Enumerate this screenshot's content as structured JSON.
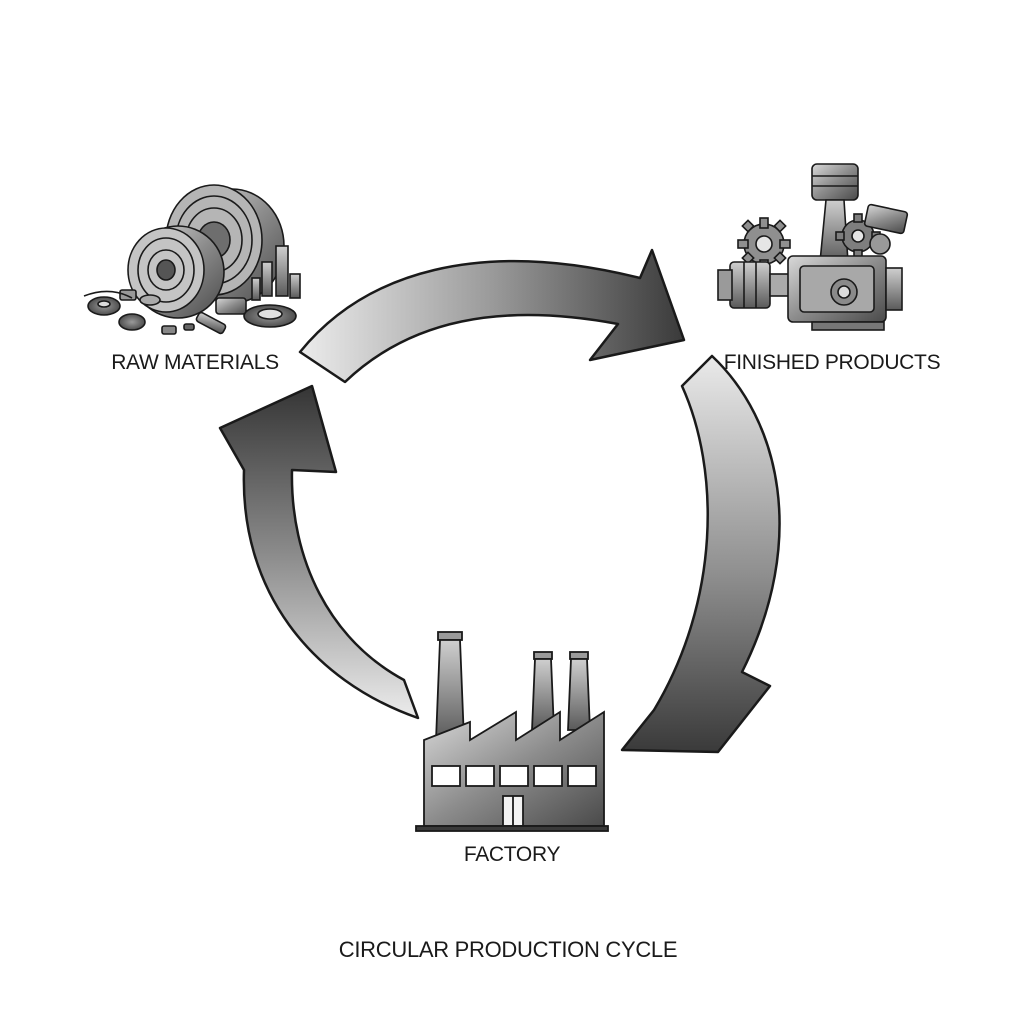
{
  "nodes": {
    "raw_materials": {
      "label": "RAW MATERIALS",
      "icon": "raw-materials-icon"
    },
    "finished_products": {
      "label": "FINISHED PRODUCTS",
      "icon": "machinery-icon"
    },
    "factory": {
      "label": "FACTORY",
      "icon": "factory-icon"
    }
  },
  "caption": "CIRCULAR PRODUCTION CYCLE",
  "colors": {
    "arrow_dark": "#3a3a3a",
    "arrow_light": "#e8e8e8",
    "outline": "#1a1a1a",
    "background": "#ffffff"
  }
}
